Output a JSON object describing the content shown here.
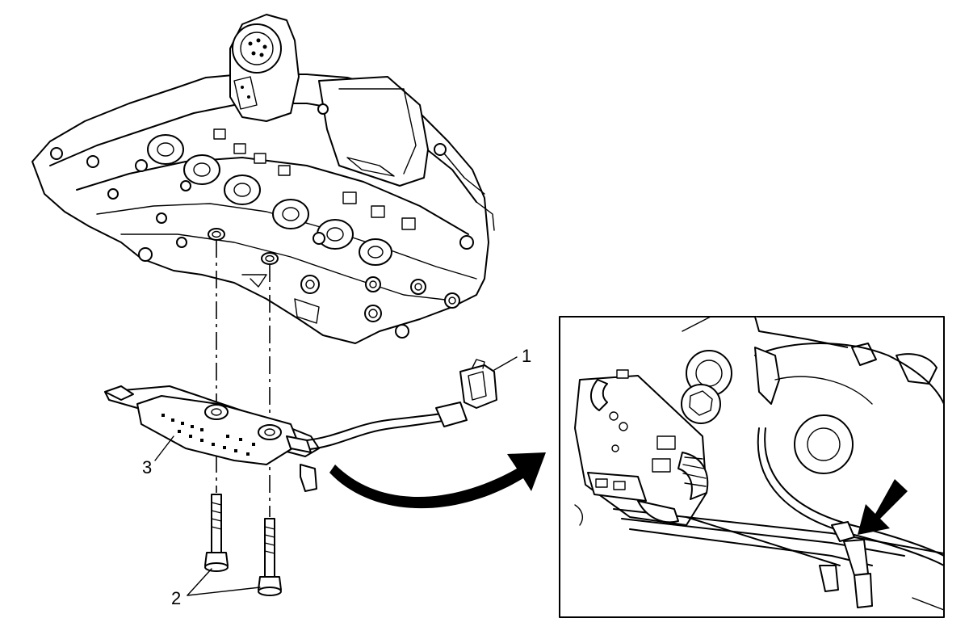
{
  "figure": {
    "callouts": [
      {
        "id": "connector",
        "label": "1"
      },
      {
        "id": "bolts",
        "label": "2"
      },
      {
        "id": "harness-bracket",
        "label": "3"
      }
    ],
    "detail_view": {
      "has_arrow_indicator": true
    }
  }
}
